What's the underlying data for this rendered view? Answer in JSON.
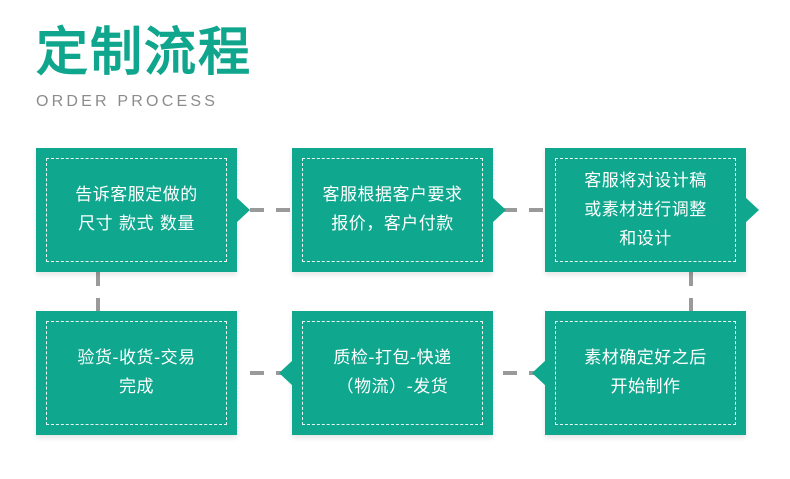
{
  "header": {
    "title_cn": "定制流程",
    "title_en": "ORDER PROCESS"
  },
  "theme": {
    "accent": "#0fa78e",
    "title_color": "#0fa68d",
    "subtitle_color": "#8c8c8c",
    "connector_color": "#9a9a9a",
    "box_text_color": "#ffffff",
    "background": "#ffffff"
  },
  "flow": {
    "steps": [
      {
        "id": "step-1",
        "order": 1,
        "text": "告诉客服定做的\n尺寸 款式 数量",
        "arrow": "right"
      },
      {
        "id": "step-2",
        "order": 2,
        "text": "客服根据客户要求\n报价，客户付款",
        "arrow": "right"
      },
      {
        "id": "step-3",
        "order": 3,
        "text": "客服将对设计稿\n或素材进行调整\n和设计",
        "arrow": "right"
      },
      {
        "id": "step-4",
        "order": 4,
        "text": "素材确定好之后\n开始制作",
        "arrow": "left"
      },
      {
        "id": "step-5",
        "order": 5,
        "text": "质检-打包-快递\n（物流）-发货",
        "arrow": "left"
      },
      {
        "id": "step-6",
        "order": 6,
        "text": "验货-收货-交易\n完成",
        "arrow": "none"
      }
    ]
  }
}
